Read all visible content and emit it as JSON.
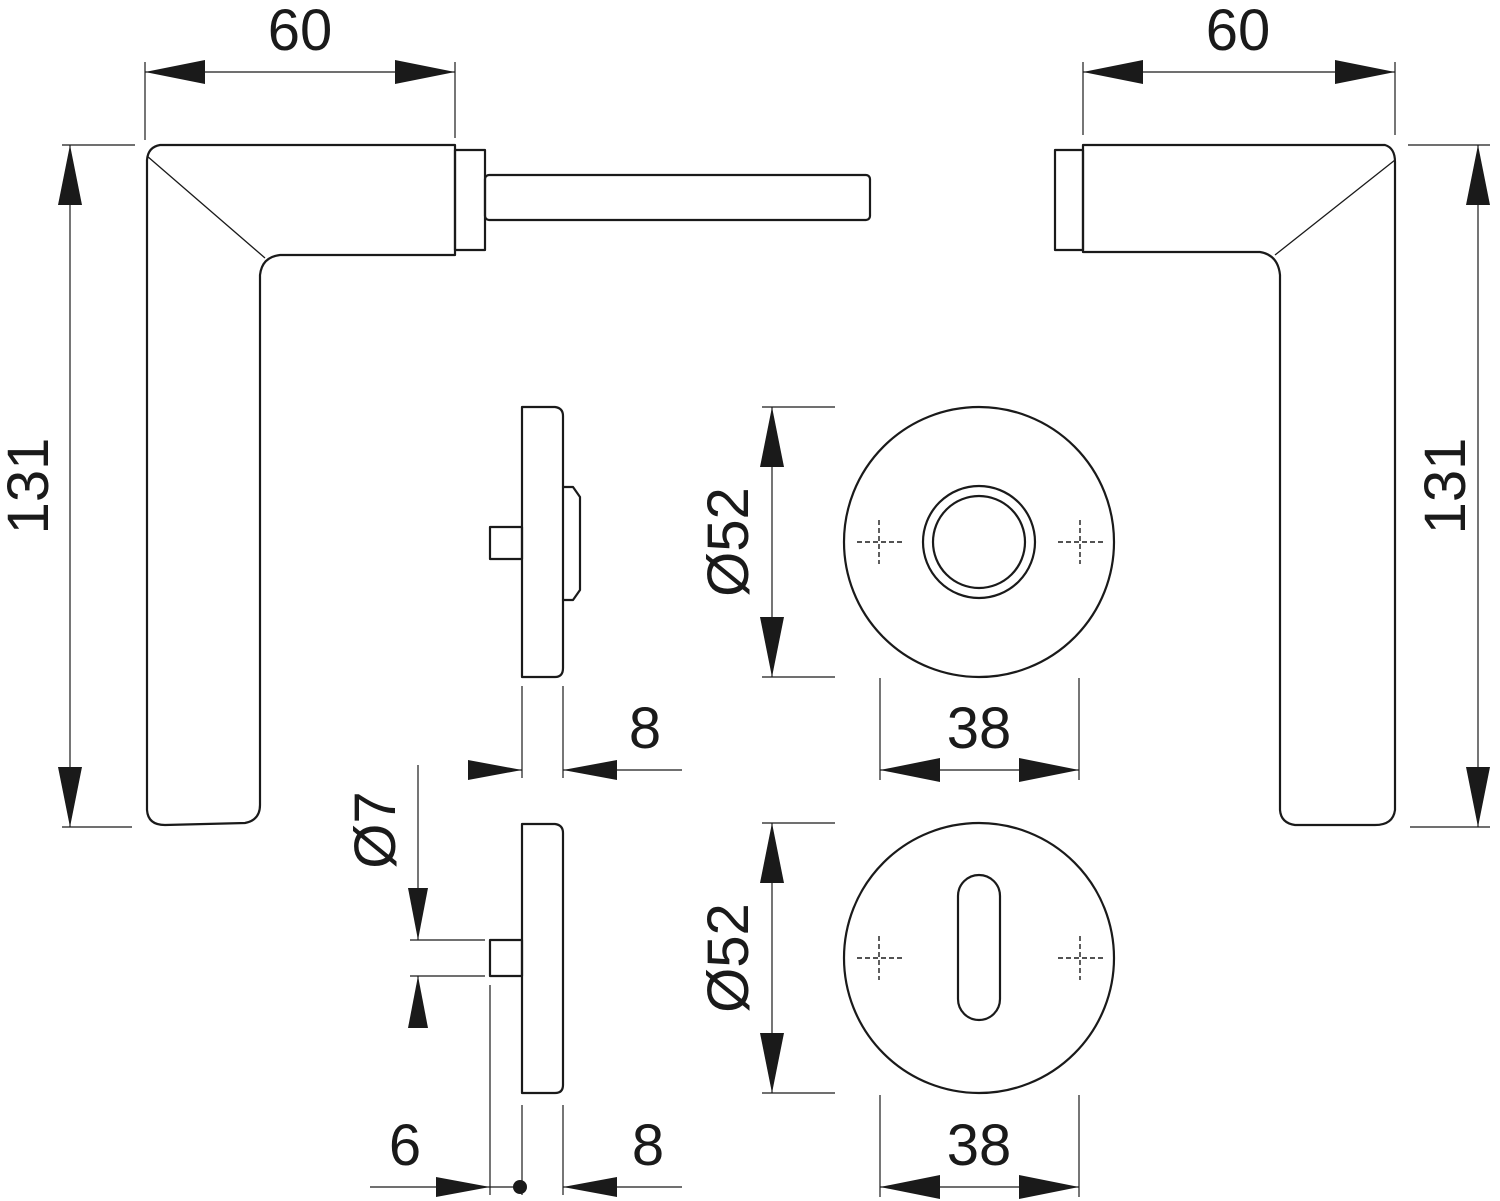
{
  "dimensions": {
    "left_handle_width": "60",
    "right_handle_width": "60",
    "left_handle_height": "131",
    "right_handle_height": "131",
    "rose_diameter": "Ø52",
    "rose_screw_spacing": "38",
    "rose_thickness": "8",
    "escutcheon_diameter": "Ø52",
    "escutcheon_screw_spacing": "38",
    "escutcheon_thickness": "8",
    "pin_diameter": "Ø7",
    "pin_length": "6"
  }
}
